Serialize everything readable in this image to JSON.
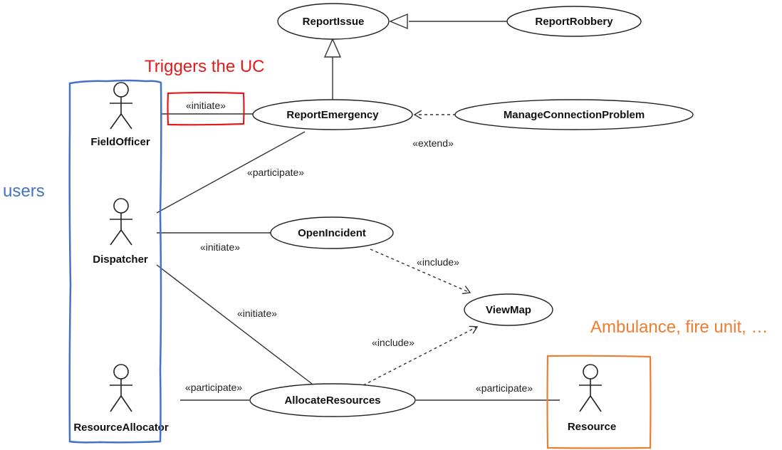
{
  "use_cases": {
    "report_issue": "ReportIssue",
    "report_robbery": "ReportRobbery",
    "report_emergency": "ReportEmergency",
    "manage_connection_problem": "ManageConnectionProblem",
    "open_incident": "OpenIncident",
    "view_map": "ViewMap",
    "allocate_resources": "AllocateResources"
  },
  "actors": {
    "field_officer": "FieldOfficer",
    "dispatcher": "Dispatcher",
    "resource_allocator": "ResourceAllocator",
    "resource": "Resource"
  },
  "stereotypes": {
    "fieldofficer_initiate": "«initiate»",
    "extend": "«extend»",
    "dispatcher_participate": "«participate»",
    "dispatcher_initiate_open": "«initiate»",
    "include_viewmap_open": "«include»",
    "dispatcher_initiate_allocate": "«initiate»",
    "include_viewmap_allocate": "«include»",
    "allocator_participate": "«participate»",
    "resource_participate": "«participate»"
  },
  "annotations": {
    "triggers": "Triggers the UC",
    "users": "users",
    "resource_examples": "Ambulance, fire unit, …"
  },
  "colors": {
    "triggers": "#e31b1b",
    "users": "#4472c4",
    "resource_examples": "#ed7d31"
  }
}
